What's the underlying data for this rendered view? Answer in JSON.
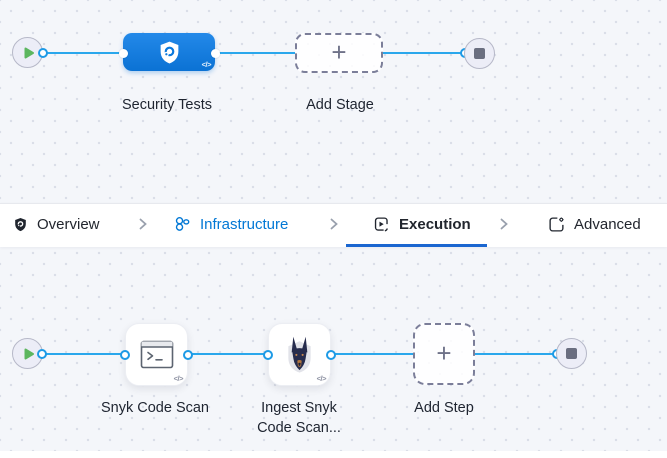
{
  "glyphs": {
    "plus": "+",
    "code": "</>"
  },
  "colors": {
    "canvas_background": "#f4f6fa",
    "connector_line": "#2aa7ec",
    "stage_node_blue": "#0b72d4",
    "infrastructure_blue": "#0278d5",
    "active_tab_underline": "#1a66d0",
    "play_green": "#5cb65f"
  },
  "stage_canvas": {
    "stage": {
      "label": "Security Tests"
    },
    "add": {
      "label": "Add Stage"
    }
  },
  "tab_bar": {
    "tabs": [
      {
        "label": "Overview"
      },
      {
        "label": "Infrastructure"
      },
      {
        "label": "Execution"
      },
      {
        "label": "Advanced"
      }
    ]
  },
  "step_canvas": {
    "steps": [
      {
        "label": "Snyk Code Scan"
      },
      {
        "label_line1": "Ingest Snyk",
        "label_line2": "Code Scan..."
      }
    ],
    "add": {
      "label": "Add Step"
    }
  }
}
